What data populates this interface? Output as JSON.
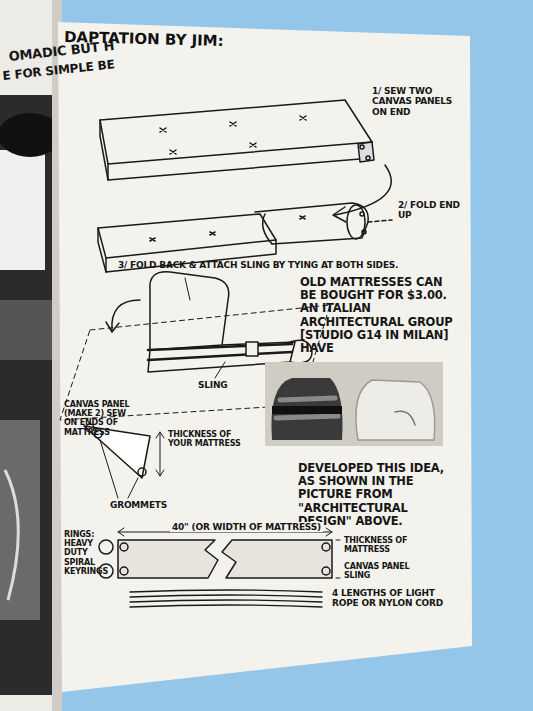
{
  "diagram": {
    "title": "DAPTATION BY JIM:",
    "labels": [
      "OMADIC BUT H",
      "E FOR SIMPLE BE",
      "1/ SEW TWO CANVAS PANELS ON END",
      "2/ FOLD END UP",
      "3/ FOLD BACK & ATTACH SLING BY TYING AT BOTH SIDES.",
      "SLING",
      "OLD MATTRESSES CAN BE BOUGHT FOR $3.00. AN ITALIAN ARCHITECTURAL GROUP [STUDIO G14 IN MILAN] HAVE",
      "CANVAS PANEL (MAKE 2) SEW ON ENDS OF MATTRESS",
      "THICKNESS OF YOUR MATTRESS",
      "GROMMETS",
      "DEVELOPED THIS IDEA, AS SHOWN IN THE PICTURE FROM \"ARCHITECTURAL DESIGN\" ABOVE.",
      "40\" (OR WIDTH OF MATTRESS)",
      "RINGS: HEAVY DUTY SPIRAL KEYRINGS",
      "THICKNESS OF MATTRESS",
      "CANVAS PANEL SLING",
      "4 LENGTHS OF LIGHT ROPE OR NYLON CORD"
    ]
  }
}
